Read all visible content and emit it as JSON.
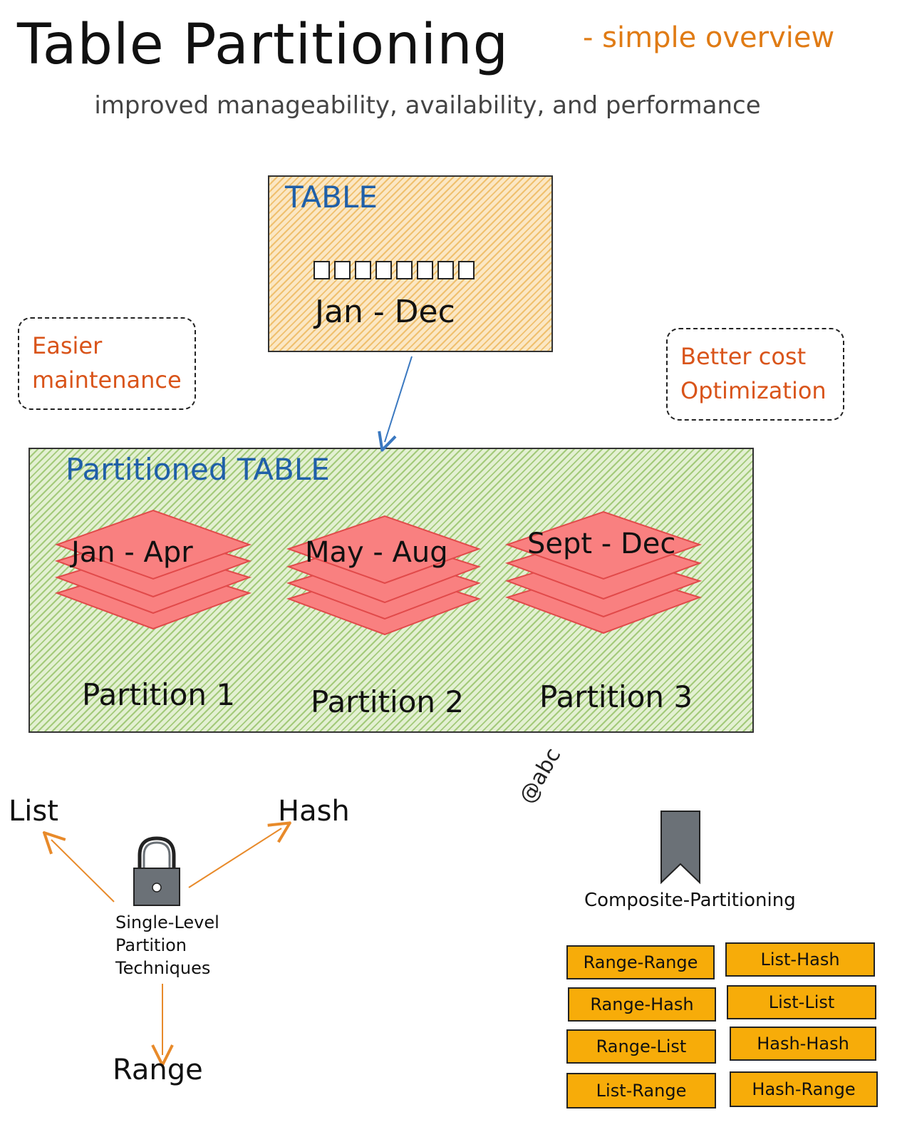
{
  "header": {
    "title": "Table Partitioning",
    "title_suffix": "- simple overview",
    "subtitle": "improved manageability, availability, and performance"
  },
  "table_box": {
    "label": "TABLE",
    "range": "Jan - Dec",
    "square_count": 8
  },
  "notes": {
    "left": [
      "Easier",
      "maintenance"
    ],
    "right": [
      "Better cost",
      "Optimization"
    ]
  },
  "partitioned": {
    "label": "Partitioned TABLE",
    "partitions": [
      {
        "range": "Jan - Apr",
        "label": "Partition 1"
      },
      {
        "range": "May - Aug",
        "label": "Partition 2"
      },
      {
        "range": "Sept - Dec",
        "label": "Partition 3"
      }
    ]
  },
  "watermark": "@abc",
  "single_level": {
    "label_lines": [
      "Single-Level",
      "Partition",
      "Techniques"
    ],
    "list": "List",
    "hash": "Hash",
    "range": "Range"
  },
  "composite": {
    "label": "Composite-Partitioning",
    "left": [
      "Range-Range",
      "Range-Hash",
      "Range-List",
      "List-Range"
    ],
    "right": [
      "List-Hash",
      "List-List",
      "Hash-Hash",
      "Hash-Range"
    ]
  },
  "colors": {
    "accent_orange": "#e07b14",
    "note_red": "#d9541a",
    "label_blue": "#1f5fa8",
    "partition_red": "#f98080",
    "composite_fill": "#f7ac09",
    "table_fill": "#fbe7c4",
    "partitioned_fill": "#e3f0d2",
    "icon_gray": "#6b7177"
  },
  "icons": {
    "lock": "lock-icon",
    "bookmark": "bookmark-icon"
  }
}
